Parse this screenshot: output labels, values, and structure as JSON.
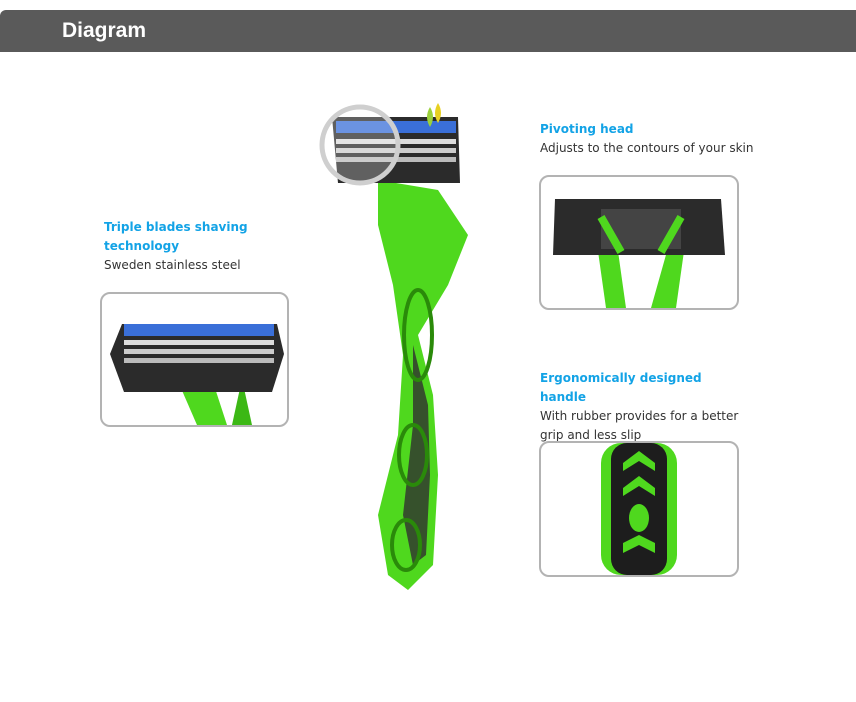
{
  "header": {
    "title": "Diagram"
  },
  "features": [
    {
      "title": "Triple blades shaving technology",
      "description": "Sweden stainless steel"
    },
    {
      "title": "Pivoting head",
      "description": "Adjusts to the contours of your skin"
    },
    {
      "title": "Ergonomically designed handle",
      "description": "With rubber provides for a better grip and less slip"
    }
  ],
  "colors": {
    "accent": "#13a3e6",
    "handle": "#4fd81e",
    "header": "#5a5a5a"
  }
}
